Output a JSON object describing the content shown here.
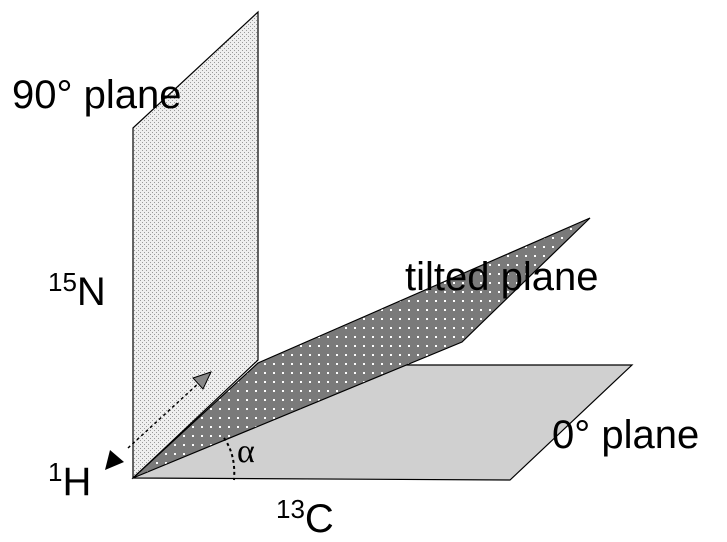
{
  "planes": {
    "vertical": {
      "label": "90° plane",
      "fill_pattern": "fine-stipple",
      "fill_color": "#e3e3e3"
    },
    "tilted": {
      "label": "tilted plane",
      "fill_color": "#7a7a7a",
      "dot_color": "#ffffff"
    },
    "horizontal": {
      "label": "0° plane",
      "fill_color": "#d0d0d0"
    }
  },
  "axes": {
    "vertical": {
      "sup": "15",
      "base": "N"
    },
    "depth": {
      "sup": "1",
      "base": "H"
    },
    "horizontal": {
      "sup": "13",
      "base": "C"
    }
  },
  "angle": {
    "symbol": "α"
  },
  "colors": {
    "outline": "#000000",
    "background": "#ffffff"
  }
}
